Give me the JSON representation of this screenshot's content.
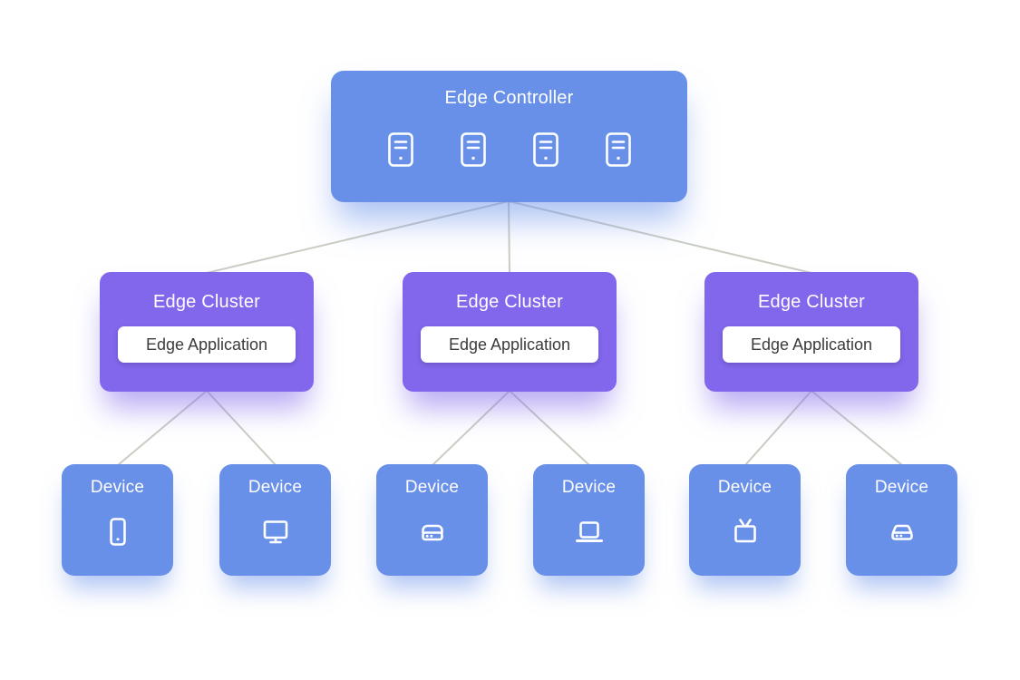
{
  "controller": {
    "label": "Edge Controller",
    "icons": [
      "server-icon",
      "server-icon",
      "server-icon",
      "server-icon"
    ]
  },
  "clusters": [
    {
      "label": "Edge Cluster",
      "app_label": "Edge Application"
    },
    {
      "label": "Edge Cluster",
      "app_label": "Edge Application"
    },
    {
      "label": "Edge Cluster",
      "app_label": "Edge Application"
    }
  ],
  "devices": [
    {
      "label": "Device",
      "icon": "phone-icon"
    },
    {
      "label": "Device",
      "icon": "monitor-icon"
    },
    {
      "label": "Device",
      "icon": "hard-drive-icon"
    },
    {
      "label": "Device",
      "icon": "laptop-icon"
    },
    {
      "label": "Device",
      "icon": "tv-icon"
    },
    {
      "label": "Device",
      "icon": "storage-icon"
    }
  ],
  "colors": {
    "controller_bg": "#6890E9",
    "cluster_bg": "#8266EB",
    "device_bg": "#6890E9",
    "app_pill_bg": "#FFFFFF",
    "app_pill_text": "#3C3C3C",
    "connector": "#CBCDC3",
    "label_text": "#FFFFFF"
  }
}
